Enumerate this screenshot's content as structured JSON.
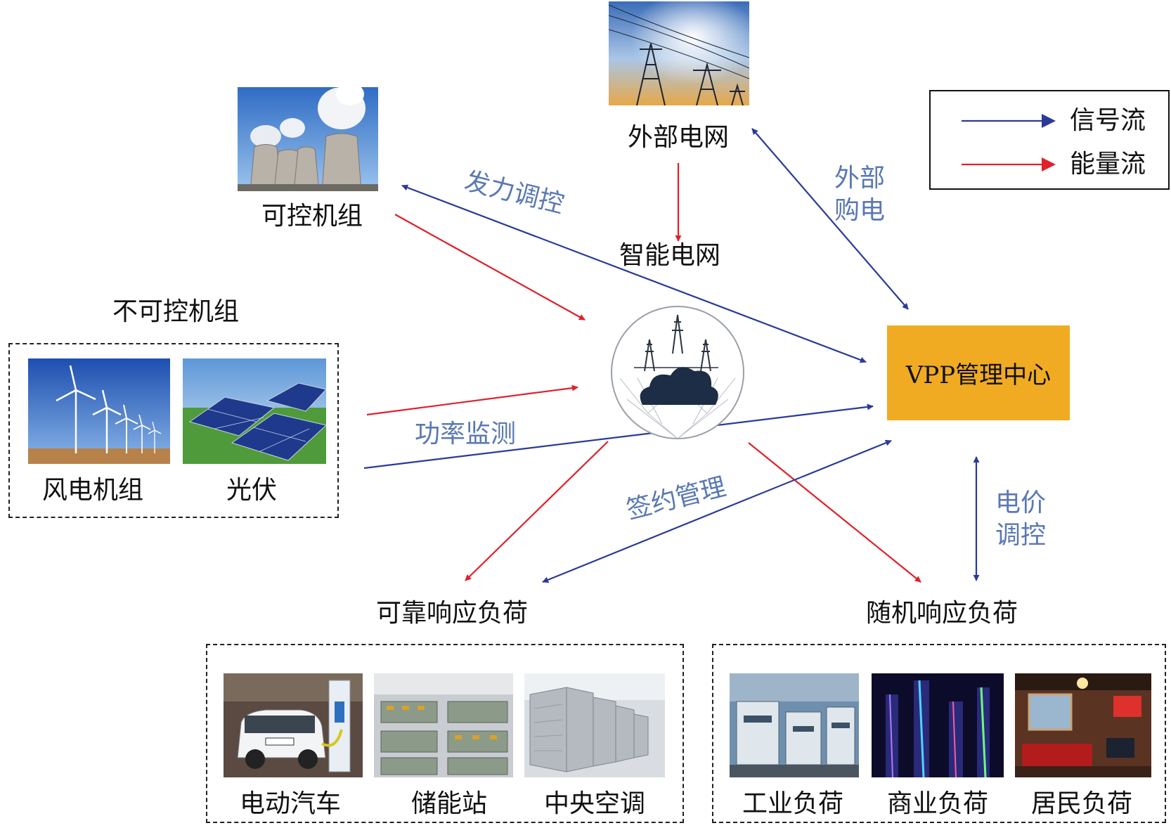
{
  "legend": {
    "signal_label": "信号流",
    "energy_label": "能量流",
    "signal_color": "#2a3a9a",
    "energy_color": "#e0202a"
  },
  "nodes": {
    "external_grid": "外部电网",
    "smart_grid": "智能电网",
    "controllable_units": "可控机组",
    "uncontrollable_units": "不可控机组",
    "wind": "风电机组",
    "pv": "光伏",
    "vpp_center": "VPP管理中心",
    "reliable_load": "可靠响应负荷",
    "random_load": "随机响应负荷",
    "ev": "电动汽车",
    "storage": "储能站",
    "central_ac": "中央空调",
    "industrial": "工业负荷",
    "commercial": "商业负荷",
    "residential": "居民负荷"
  },
  "flows": {
    "output_control": "发力调控",
    "external_purchase_1": "外部",
    "external_purchase_2": "购电",
    "power_monitoring": "功率监测",
    "contract_mgmt": "签约管理",
    "price_control_1": "电价",
    "price_control_2": "调控"
  },
  "colors": {
    "vpp_box": "#f0ab22",
    "flow_label": "#5a78b4"
  }
}
